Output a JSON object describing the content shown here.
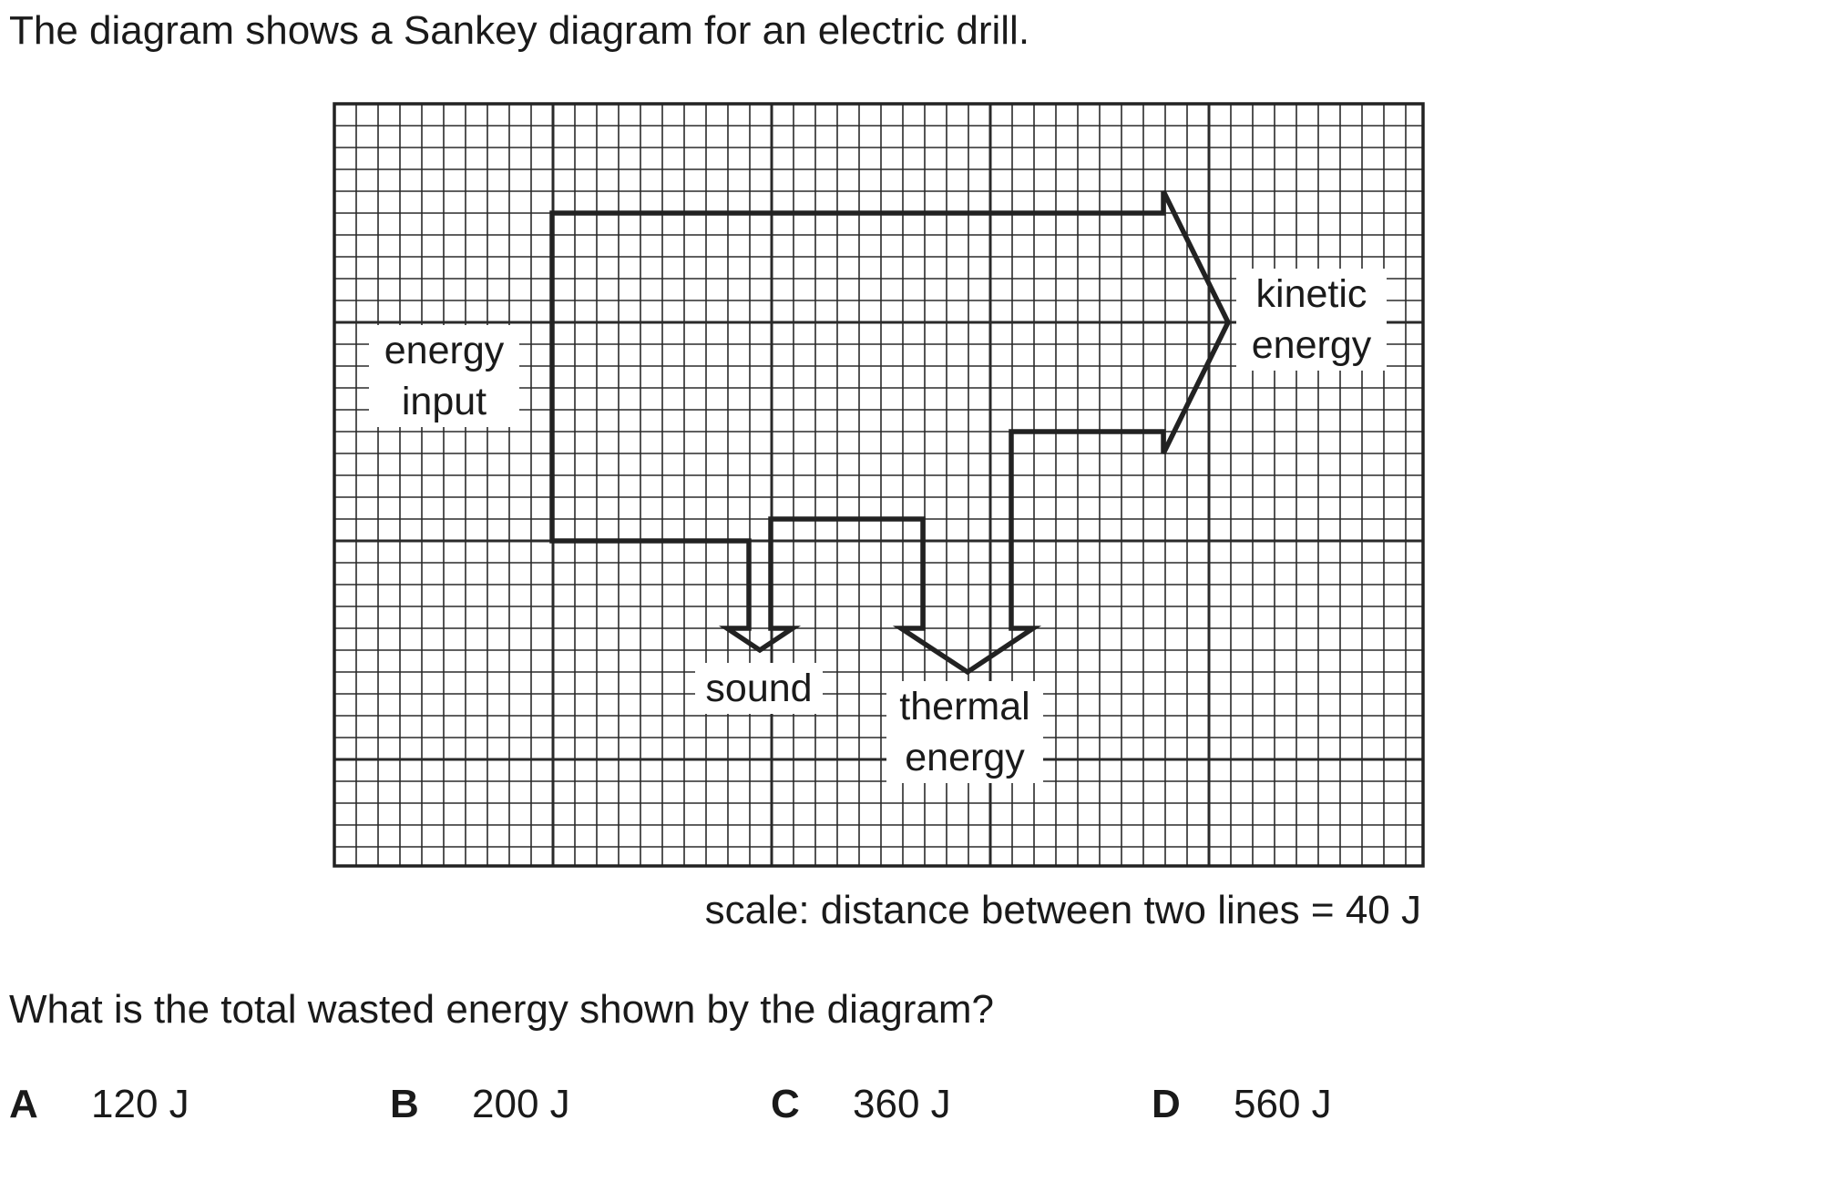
{
  "intro_text": "The diagram shows a Sankey diagram for an electric drill.",
  "diagram": {
    "labels": {
      "input": [
        "energy",
        "input"
      ],
      "kinetic": [
        "kinetic",
        "energy"
      ],
      "sound": [
        "sound"
      ],
      "thermal": [
        "thermal",
        "energy"
      ]
    },
    "scale_text": "scale: distance between two lines = 40 J"
  },
  "question": "What is the total wasted energy shown by the diagram?",
  "options": [
    {
      "letter": "A",
      "value": "120 J"
    },
    {
      "letter": "B",
      "value": "200 J"
    },
    {
      "letter": "C",
      "value": "360 J"
    },
    {
      "letter": "D",
      "value": "560 J"
    }
  ],
  "colors": {
    "grid": "#2a2a2a",
    "outline": "#222222",
    "text": "#1a1a1a"
  }
}
